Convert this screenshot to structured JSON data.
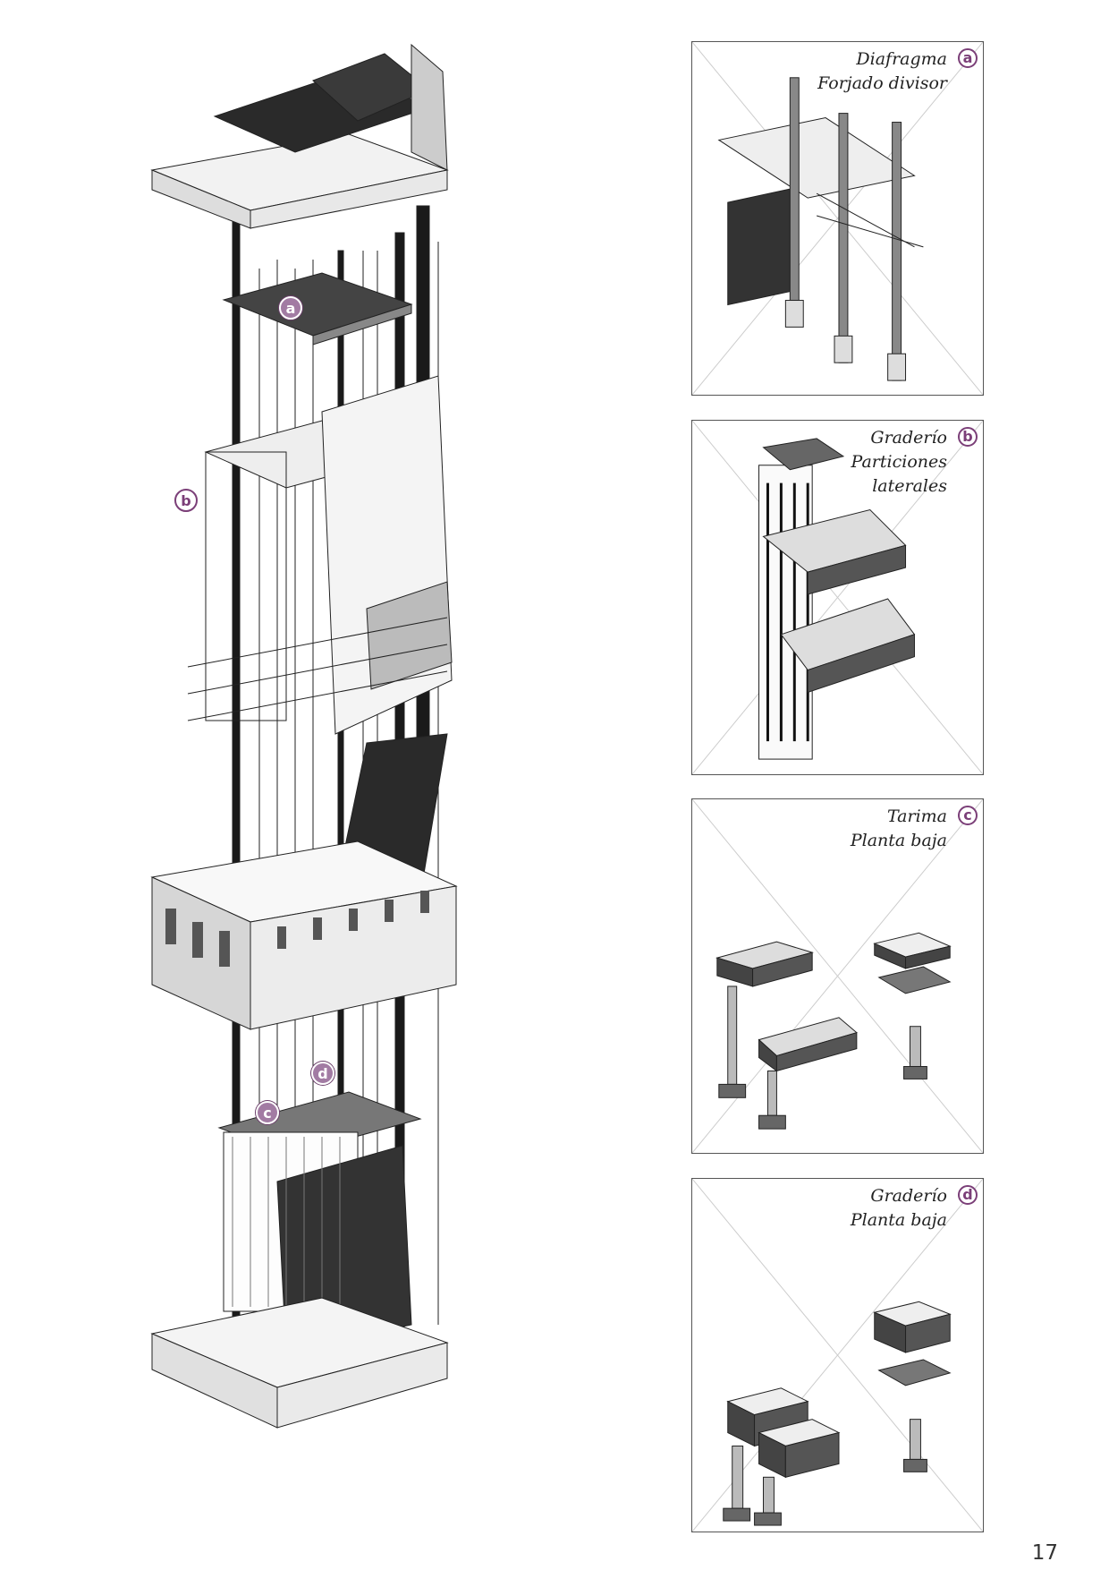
{
  "panels": [
    {
      "badge": "a",
      "title_line1": "Diafragma",
      "title_line2": "Forjado divisor",
      "title_line3": ""
    },
    {
      "badge": "b",
      "title_line1": "Graderío",
      "title_line2": "Particiones",
      "title_line3": "laterales"
    },
    {
      "badge": "c",
      "title_line1": "Tarima",
      "title_line2": "Planta baja",
      "title_line3": ""
    },
    {
      "badge": "d",
      "title_line1": "Graderío",
      "title_line2": "Planta baja",
      "title_line3": ""
    }
  ],
  "callouts": {
    "a": "a",
    "b": "b",
    "c": "c",
    "d": "d"
  },
  "page_number": "17",
  "colors": {
    "accent": "#7b3f78",
    "callout_fill": "#a27ba3",
    "ink": "#222222"
  },
  "icons": [
    "exploded-axonometric-drawing",
    "component-axonometric-drawing"
  ]
}
